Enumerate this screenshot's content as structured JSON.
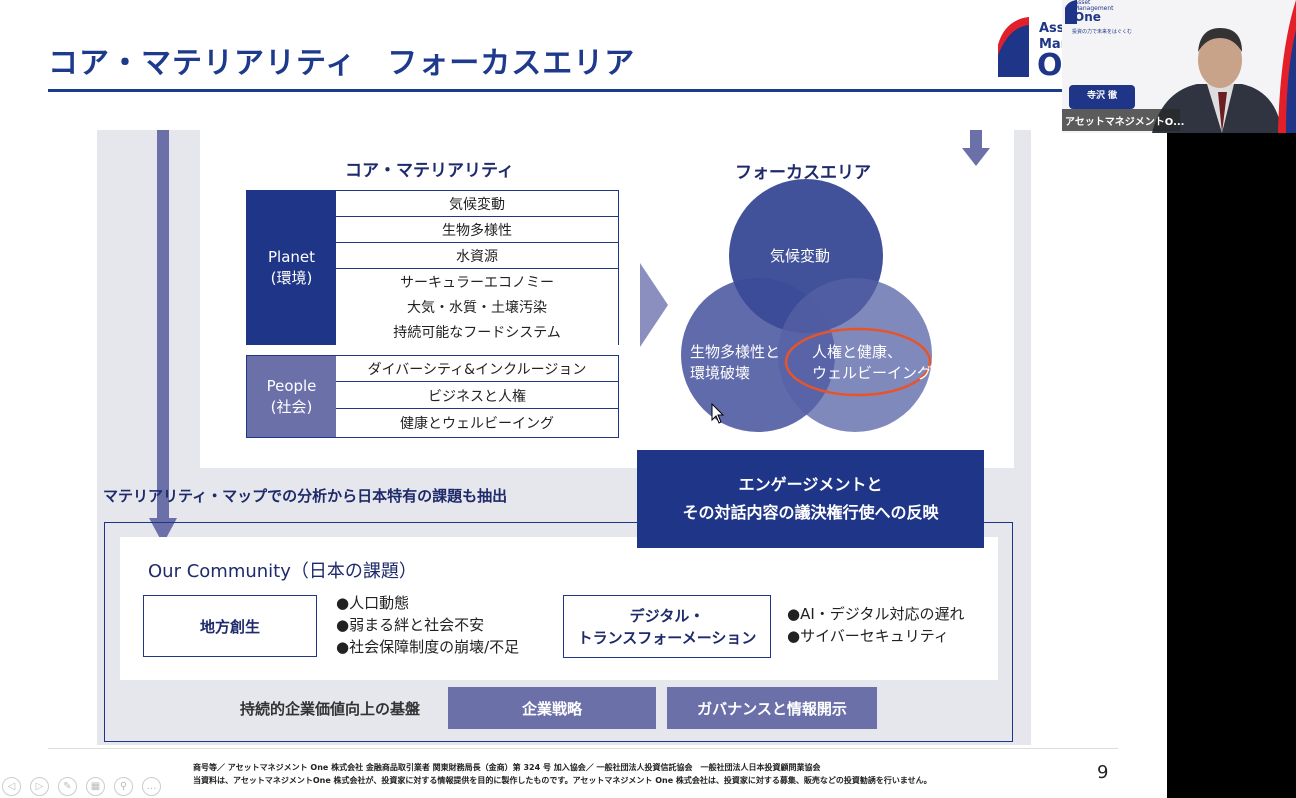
{
  "slide": {
    "title": "コア・マテリアリティ　フォーカスエリア",
    "page_number": "9"
  },
  "core": {
    "heading": "コア・マテリアリティ",
    "planet": {
      "label": "Planet",
      "sub": "(環境)",
      "items": [
        "気候変動",
        "生物多様性",
        "水資源",
        "サーキュラーエコノミー",
        "大気・水質・土壌汚染",
        "持続可能なフードシステム"
      ]
    },
    "people": {
      "label": "People",
      "sub": "(社会)",
      "items": [
        "ダイバーシティ&インクルージョン",
        "ビジネスと人権",
        "健康とウェルビーイング"
      ]
    }
  },
  "focus": {
    "heading": "フォーカスエリア",
    "circles": [
      "気候変動",
      "生物多様性と\n環境破壊",
      "人権と健康、\nウェルビーイング"
    ]
  },
  "engagement": {
    "line1": "エンゲージメントと",
    "line2": "その対話内容の議決権行使への反映"
  },
  "map_note": "マテリアリティ・マップでの分析から日本特有の課題も抽出",
  "community": {
    "heading": "Our Community（日本の課題）",
    "regional": {
      "label": "地方創生",
      "bullets": [
        "●人口動態",
        "●弱まる絆と社会不安",
        "●社会保障制度の崩壊/不足"
      ]
    },
    "digital": {
      "label1": "デジタル・",
      "label2": "トランスフォーメーション",
      "bullets": [
        "●AI・デジタル対応の遅れ",
        "●サイバーセキュリティ"
      ]
    }
  },
  "foundation": {
    "label": "持続的企業価値向上の基盤",
    "items": [
      "企業戦略",
      "ガバナンスと情報開示"
    ]
  },
  "footer": {
    "line1": "商号等／ アセットマネジメント One 株式会社 金融商品取引業者 関東財務局長（金商）第 324 号 加入協会／ 一般社団法人投資信託協会　一般社団法人日本投資顧問業協会",
    "line2": "当資料は、アセットマネジメントOne 株式会社が、投資家に対する情報提供を目的に製作したものです。アセットマネジメント One 株式会社は、投資家に対する募集、販売などの投資勧誘を行いません。"
  },
  "logo": {
    "l1": "Ass",
    "l2": "Mar",
    "l3": "O"
  },
  "video": {
    "logo_small": "Asset\nManagement",
    "logo_big": "One",
    "tagline": "投資の力で未来をはぐくむ",
    "name_card": "寺沢 徹",
    "participant": "アセットマネジメントO..."
  },
  "colors": {
    "navy": "#1f3587",
    "mid": "#6b70a9",
    "orange": "#e8542a"
  }
}
